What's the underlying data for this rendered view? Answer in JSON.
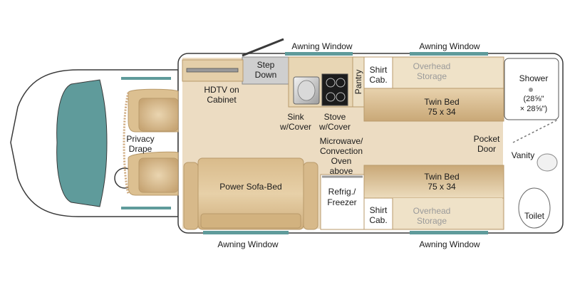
{
  "floorplan": {
    "labels": {
      "awning_top_left": "Awning Window",
      "awning_top_right": "Awning Window",
      "awning_bottom_left": "Awning Window",
      "awning_bottom_right": "Awning Window",
      "step_down_1": "Step",
      "step_down_2": "Down",
      "hdtv_1": "HDTV on",
      "hdtv_2": "Cabinet",
      "sink_1": "Sink",
      "sink_2": "w/Cover",
      "stove_1": "Stove",
      "stove_2": "w/Cover",
      "pantry": "Pantry",
      "shirt_cab_top_1": "Shirt",
      "shirt_cab_top_2": "Cab.",
      "overhead_top_1": "Overhead",
      "overhead_top_2": "Storage",
      "twin_bed_top_1": "Twin Bed",
      "twin_bed_top_2": "75 x 34",
      "shower_1": "Shower",
      "shower_2": "(28⅝\"",
      "shower_3": "× 28⅝\")",
      "privacy_1": "Privacy",
      "privacy_2": "Drape",
      "microwave_1": "Microwave/",
      "microwave_2": "Convection",
      "microwave_3": "Oven",
      "microwave_4": "above",
      "pocket_1": "Pocket",
      "pocket_2": "Door",
      "vanity": "Vanity",
      "sofa": "Power Sofa-Bed",
      "twin_bed_bottom_1": "Twin Bed",
      "twin_bed_bottom_2": "75 x 34",
      "refrig_1": "Refrig./",
      "refrig_2": "Freezer",
      "shirt_cab_bottom_1": "Shirt",
      "shirt_cab_bottom_2": "Cab.",
      "overhead_bottom_1": "Overhead",
      "overhead_bottom_2": "Storage",
      "toilet": "Toilet"
    },
    "colors": {
      "floor": "#ecdcc2",
      "furniture": "#dfc49c",
      "furniture_dark": "#c9a877",
      "window_glass": "#5f9b9b",
      "outline": "#3a3a3a"
    }
  }
}
